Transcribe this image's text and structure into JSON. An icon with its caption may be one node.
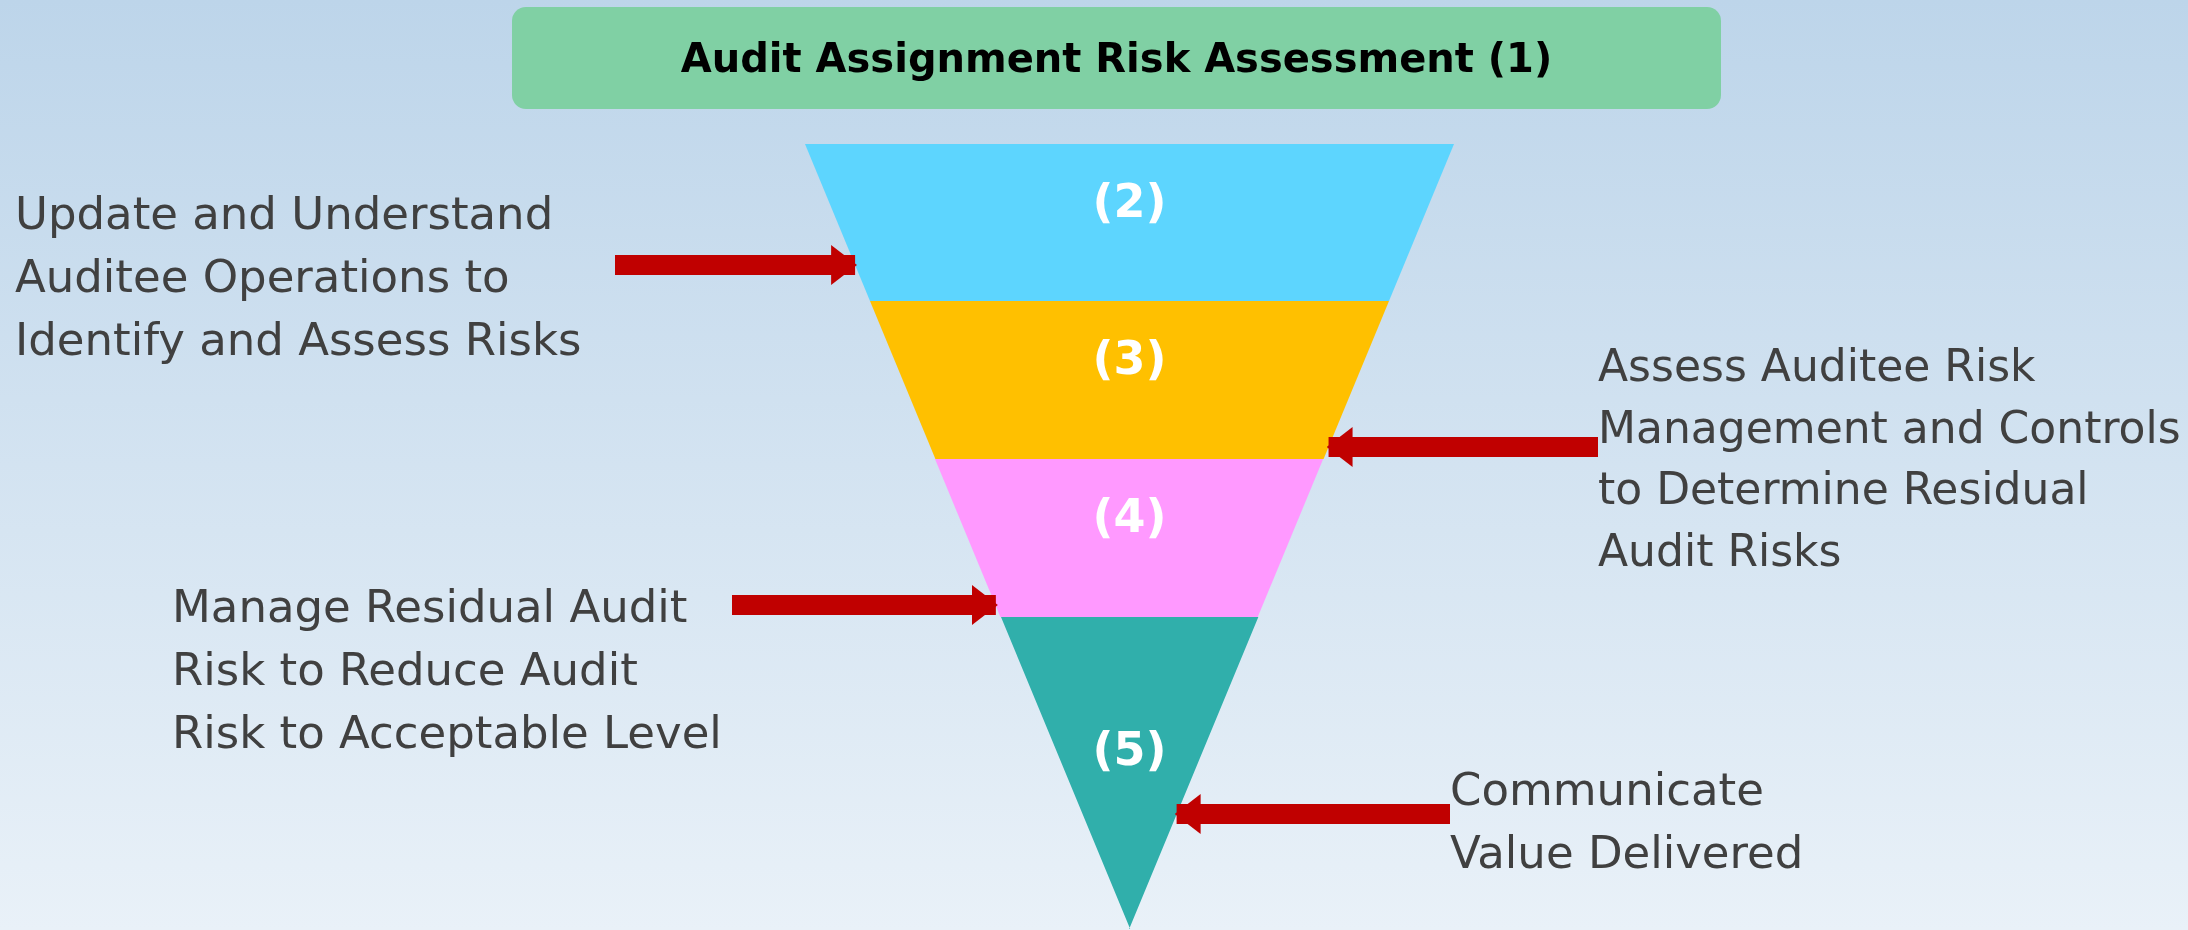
{
  "diagram": {
    "nodes": [
      {
        "text": [
          "Audit Assignment Risk Assessment (1)"
        ]
      },
      {
        "text": [
          "(2)"
        ]
      },
      {
        "text": [
          "(3)"
        ]
      },
      {
        "text": [
          "(4)"
        ]
      },
      {
        "text": [
          "(5)"
        ]
      },
      {
        "text": [
          "Update and Understand Auditee Operations to Identify and Assess Risks"
        ]
      },
      {
        "text": [
          "Assess Auditee Risk Management and Controls to Determine Residual Audit Risks"
        ]
      },
      {
        "text": [
          "Manage Residual Audit Risk to Reduce Audit Risk to Acceptable Level"
        ]
      },
      {
        "text": [
          "Communicate Value Delivered"
        ]
      }
    ],
    "edges": [
      {
        "from": 5,
        "to": 1,
        "arrow": "to"
      },
      {
        "from": 6,
        "to": 2,
        "arrow": "to"
      },
      {
        "from": 7,
        "to": 3,
        "arrow": "to"
      },
      {
        "from": 8,
        "to": 4,
        "arrow": "to"
      }
    ]
  }
}
